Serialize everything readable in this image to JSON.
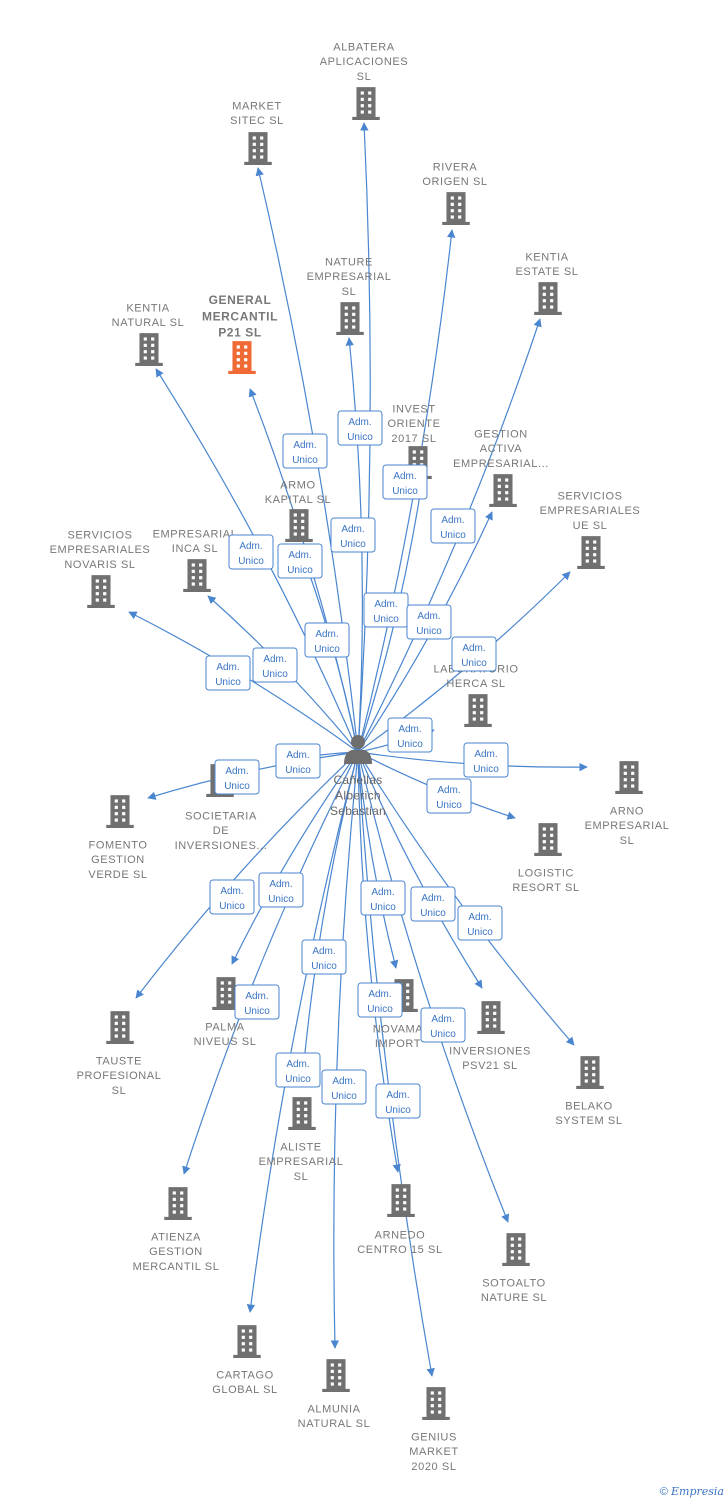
{
  "colors": {
    "edge": "#4a86cf",
    "building": "#707070",
    "highlight": "#f06a35",
    "person": "#6e6e6e"
  },
  "person": {
    "lines": [
      "Cañellas",
      "Alberich",
      "Sebastian"
    ],
    "icon": "person-icon"
  },
  "badge": {
    "line1": "Adm.",
    "line2": "Unico"
  },
  "nodes": [
    {
      "id": "albatera",
      "lines": [
        "ALBATERA",
        "APLICACIONES",
        "SL"
      ]
    },
    {
      "id": "market-sitec",
      "lines": [
        "MARKET",
        "SITEC  SL"
      ]
    },
    {
      "id": "rivera",
      "lines": [
        "RIVERA",
        "ORIGEN  SL"
      ]
    },
    {
      "id": "kentia-estate",
      "lines": [
        "KENTIA",
        "ESTATE  SL"
      ]
    },
    {
      "id": "nature-empresarial",
      "lines": [
        "NATURE",
        "EMPRESARIAL",
        "SL"
      ]
    },
    {
      "id": "general-mercantil",
      "lines": [
        "GENERAL",
        "MERCANTIL",
        "P21  SL"
      ],
      "highlight": true
    },
    {
      "id": "kentia-natural",
      "lines": [
        "KENTIA",
        "NATURAL  SL"
      ]
    },
    {
      "id": "invest-oriente",
      "lines": [
        "INVEST",
        "ORIENTE",
        "2017  SL"
      ]
    },
    {
      "id": "gestion-activa",
      "lines": [
        "GESTION",
        "ACTIVA",
        "EMPRESARIAL..."
      ]
    },
    {
      "id": "armo-kapital",
      "lines": [
        "ARMO",
        "KAPITAL  SL"
      ]
    },
    {
      "id": "servicios-ue",
      "lines": [
        "SERVICIOS",
        "EMPRESARIALES",
        "UE  SL"
      ]
    },
    {
      "id": "empresarial-inca",
      "lines": [
        "EMPRESARIAL",
        "INCA  SL"
      ]
    },
    {
      "id": "servicios-novaris",
      "lines": [
        "SERVICIOS",
        "EMPRESARIALES",
        "NOVARIS  SL"
      ]
    },
    {
      "id": "herca",
      "lines": [
        "LABORATORIO",
        "HERCA SL"
      ]
    },
    {
      "id": "arno",
      "lines": [
        "ARNO",
        "EMPRESARIAL",
        "SL"
      ]
    },
    {
      "id": "societaria",
      "lines": [
        "SOCIETARIA",
        "DE",
        "INVERSIONES..."
      ]
    },
    {
      "id": "fomento",
      "lines": [
        "FOMENTO",
        "GESTION",
        "VERDE  SL"
      ]
    },
    {
      "id": "logistic",
      "lines": [
        "LOGISTIC",
        "RESORT SL"
      ]
    },
    {
      "id": "tauste",
      "lines": [
        "TAUSTE",
        "PROFESIONAL",
        "SL"
      ]
    },
    {
      "id": "palma-niveus",
      "lines": [
        "PALMA",
        "NIVEUS  SL"
      ]
    },
    {
      "id": "novama",
      "lines": [
        "NOVAMA",
        "IMPORT"
      ]
    },
    {
      "id": "inversiones-psv21",
      "lines": [
        "INVERSIONES",
        "PSV21  SL"
      ]
    },
    {
      "id": "belako",
      "lines": [
        "BELAKO",
        "SYSTEM  SL"
      ]
    },
    {
      "id": "aliste",
      "lines": [
        "ALISTE",
        "EMPRESARIAL",
        "SL"
      ]
    },
    {
      "id": "atienza",
      "lines": [
        "ATIENZA",
        "GESTION",
        "MERCANTIL SL"
      ]
    },
    {
      "id": "arnedo",
      "lines": [
        "ARNEDO",
        "CENTRO 15  SL"
      ]
    },
    {
      "id": "sotoalto",
      "lines": [
        "SOTOALTO",
        "NATURE  SL"
      ]
    },
    {
      "id": "cartago",
      "lines": [
        "CARTAGO",
        "GLOBAL  SL"
      ]
    },
    {
      "id": "almunia",
      "lines": [
        "ALMUNIA",
        "NATURAL  SL"
      ]
    },
    {
      "id": "genius",
      "lines": [
        "GENIUS",
        "MARKET",
        "2020  SL"
      ]
    }
  ],
  "footer": {
    "symbol": "©",
    "brand": "Empresia"
  }
}
